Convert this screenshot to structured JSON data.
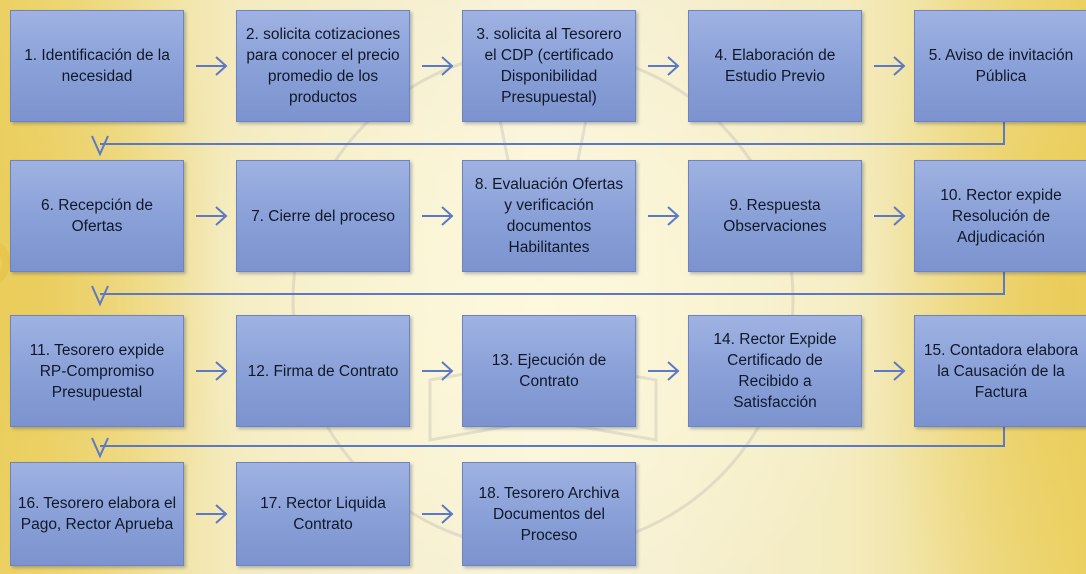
{
  "steps": [
    "1. Identificación de la necesidad",
    "2. solicita cotizaciones para conocer el precio promedio de los productos",
    "3. solicita al Tesorero el CDP (certificado Disponibilidad Presupuestal)",
    "4. Elaboración de Estudio Previo",
    "5. Aviso de invitación Pública",
    "6. Recepción de Ofertas",
    "7. Cierre del proceso",
    "8. Evaluación Ofertas y verificación documentos Habilitantes",
    "9. Respuesta Observaciones",
    "10. Rector expide Resolución de Adjudicación",
    "11. Tesorero expide RP-Compromiso Presupuestal",
    "12. Firma de Contrato",
    "13. Ejecución de Contrato",
    "14. Rector Expide Certificado de Recibido a Satisfacción",
    "15. Contadora elabora la Causación de la Factura",
    "16. Tesorero elabora el Pago, Rector Aprueba",
    "17. Rector Liquida Contrato",
    "18. Tesorero Archiva Documentos del Proceso"
  ],
  "colors": {
    "box_fill": "#889fd7",
    "box_border": "#6c84c2",
    "arrow": "#5b79c6",
    "background": "#f4ebbf"
  }
}
